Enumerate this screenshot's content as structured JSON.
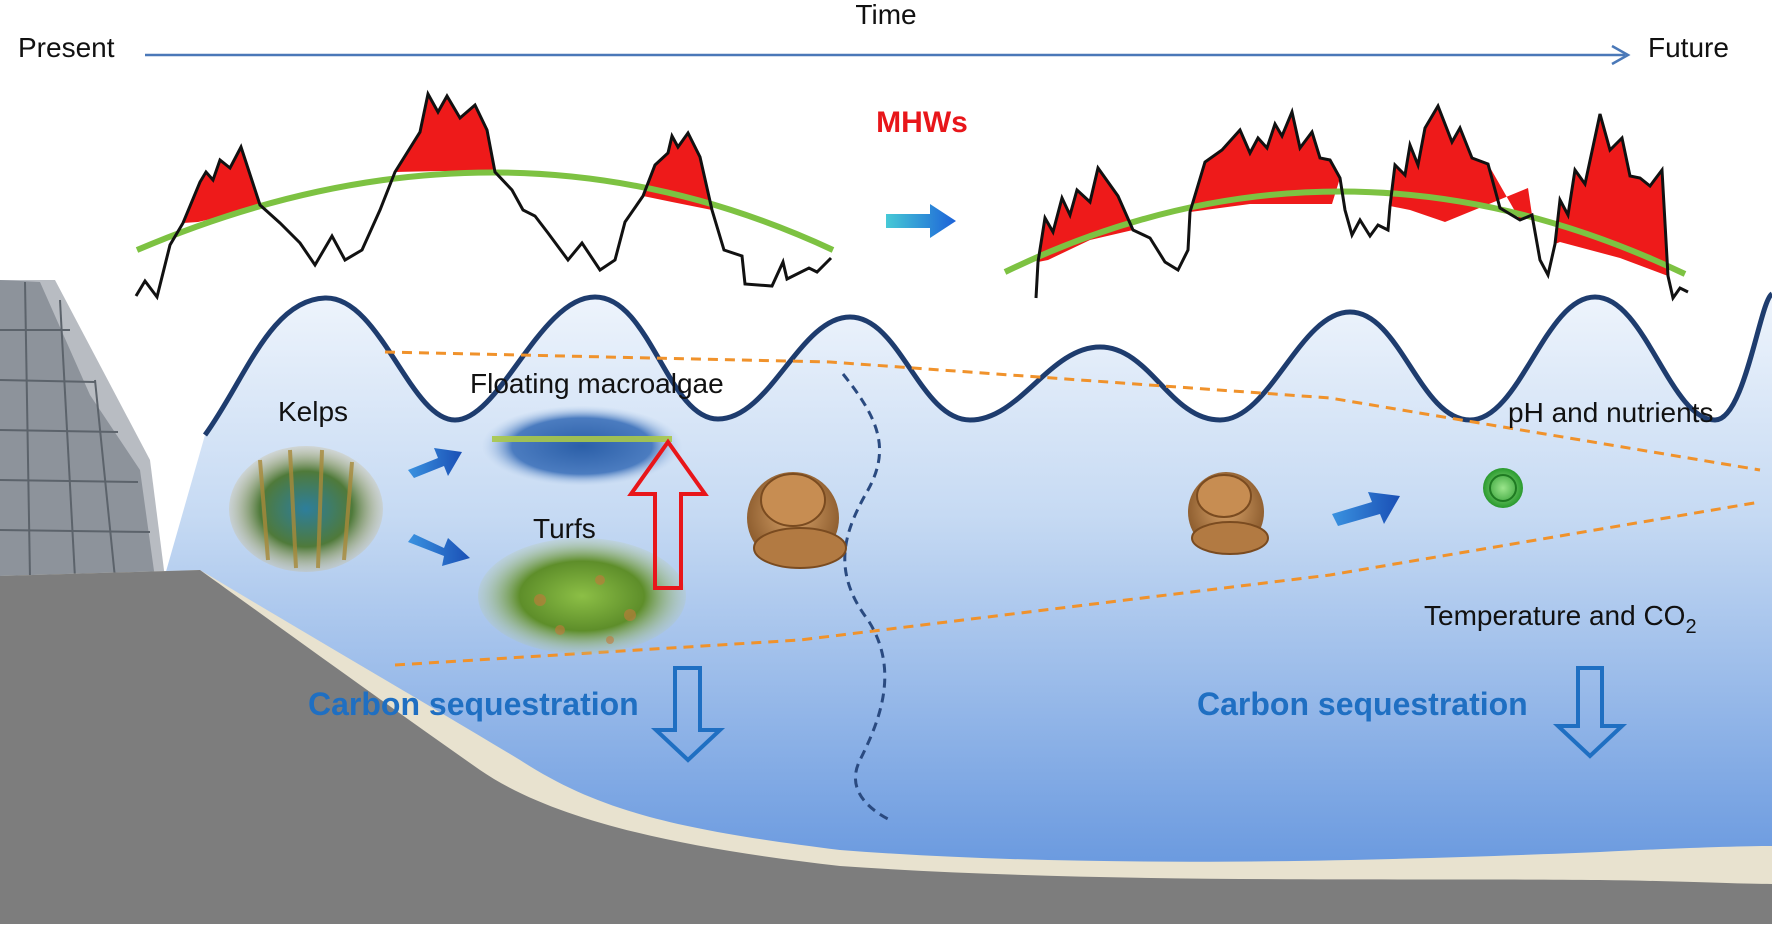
{
  "timeline": {
    "title": "Time",
    "start": "Present",
    "end": "Future"
  },
  "mhw_label": "MHWs",
  "organisms": {
    "kelps": "Kelps",
    "floating": "Floating macroalgae",
    "turfs": "Turfs"
  },
  "gradients": {
    "ph": "pH and nutrients",
    "temperature": "Temperature and CO",
    "temperature_sub": "2"
  },
  "carbon": {
    "present": "Carbon sequestration",
    "future": "Carbon sequestration"
  },
  "colors": {
    "mhw_fill": "#ee1a1a",
    "baseline": "#7dc242",
    "timeline": "#4a78b8",
    "wave": "#1e3c6e",
    "gradient_lines": "#f0922b",
    "carbon_text": "#1f6fc2",
    "seabed": "#7d7d7d",
    "sand": "#e8e2cf"
  }
}
